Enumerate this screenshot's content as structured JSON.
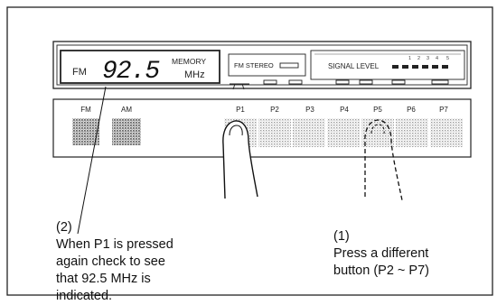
{
  "display": {
    "band": "FM",
    "frequency": "92.5",
    "memory_label": "MEMORY",
    "unit": "MHz",
    "stereo_label": "FM STEREO",
    "signal_label": "SIGNAL LEVEL",
    "signal_scale": [
      "1",
      "2",
      "3",
      "4",
      "5"
    ]
  },
  "buttons": [
    "FM",
    "AM",
    "P1",
    "P2",
    "P3",
    "P4",
    "P5",
    "P6",
    "P7"
  ],
  "steps": [
    {
      "number": "(2)",
      "lines": [
        "When P1 is pressed",
        "again check to see",
        "that 92.5 MHz is",
        "indicated."
      ]
    },
    {
      "number": "(1)",
      "lines": [
        "Press a different",
        "button (P2 ~ P7)"
      ]
    }
  ],
  "colors": {
    "ink": "#1a1a1a",
    "stipple": "#bdbdbd",
    "stipple_dark": "#9a9a9a"
  }
}
